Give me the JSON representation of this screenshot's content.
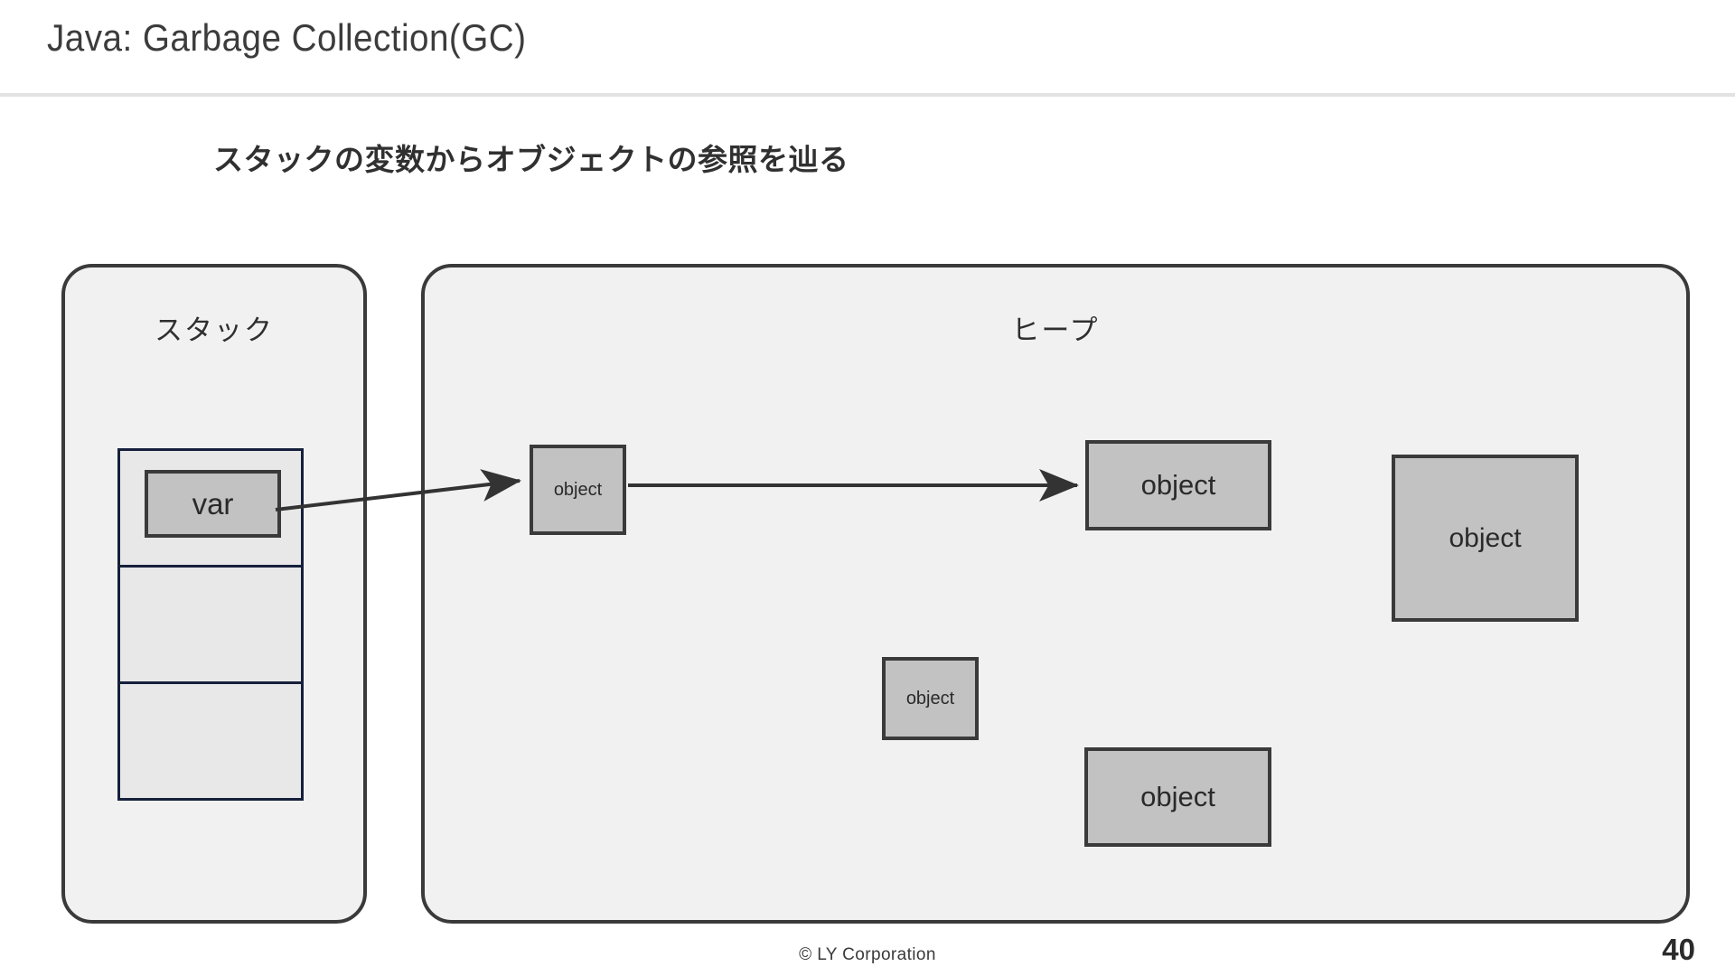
{
  "slide": {
    "title": "Java: Garbage Collection(GC)",
    "subtitle": "スタックの変数からオブジェクトの参照を辿る",
    "page_number": "40",
    "copyright": "© LY Corporation"
  },
  "diagram": {
    "stack": {
      "label": "スタック",
      "frames": [
        {
          "variable": "var"
        },
        {
          "variable": ""
        },
        {
          "variable": ""
        }
      ]
    },
    "heap": {
      "label": "ヒープ",
      "objects": [
        {
          "id": "obj-a",
          "label": "object",
          "referenced": true
        },
        {
          "id": "obj-b",
          "label": "object",
          "referenced": true
        },
        {
          "id": "obj-c",
          "label": "object",
          "referenced": false
        },
        {
          "id": "obj-d",
          "label": "object",
          "referenced": false
        },
        {
          "id": "obj-e",
          "label": "object",
          "referenced": false
        }
      ]
    },
    "references": [
      {
        "from": "var",
        "to": "obj-a"
      },
      {
        "from": "obj-a",
        "to": "obj-b"
      }
    ]
  },
  "colors": {
    "panel_fill": "#f1f1f1",
    "panel_border": "#3a3a3a",
    "object_fill": "#c2c2c2",
    "object_border": "#3a3a3a",
    "frame_border": "#16203c",
    "frame_fill": "#e8e8e8",
    "title_text": "#3c3c3c",
    "rule": "#e2e2e2",
    "arrow": "#333333"
  }
}
